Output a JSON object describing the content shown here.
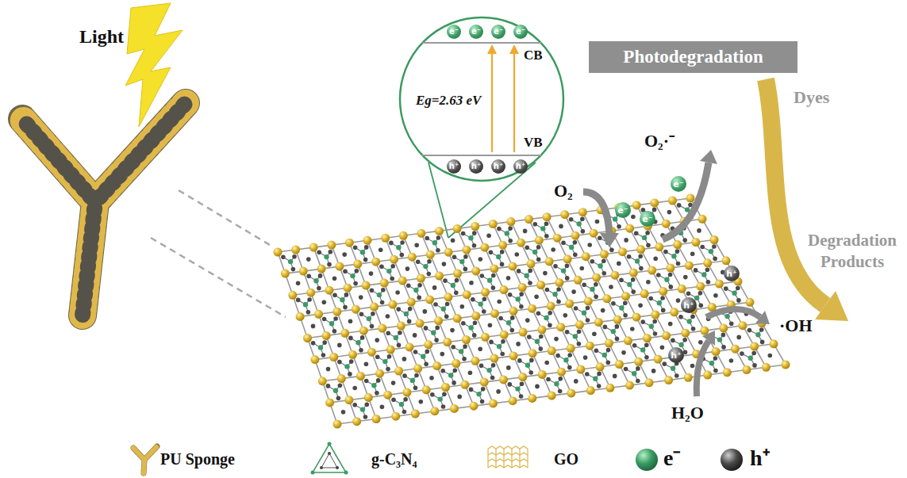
{
  "diagram": {
    "nodes": [
      {
        "text": [
          "Photodegradation"
        ]
      },
      {
        "text": [
          "CB",
          "Eg=2.63 eV",
          "VB"
        ]
      },
      {
        "text": [
          "e⁻"
        ],
        "in": 1
      },
      {
        "text": [
          "e⁻"
        ],
        "in": 1
      },
      {
        "text": [
          "e⁻"
        ],
        "in": 1
      },
      {
        "text": [
          "e⁻"
        ],
        "in": 1
      },
      {
        "text": [
          "h⁺"
        ],
        "in": 1
      },
      {
        "text": [
          "h⁺"
        ],
        "in": 1
      },
      {
        "text": [
          "h⁺"
        ],
        "in": 1
      },
      {
        "text": [
          "h⁺"
        ],
        "in": 1
      },
      {
        "text": [
          "e⁻"
        ]
      },
      {
        "text": [
          "e⁻"
        ]
      },
      {
        "text": [
          "e⁻"
        ]
      },
      {
        "text": [
          "h⁺"
        ]
      },
      {
        "text": [
          "h⁺"
        ]
      },
      {
        "text": [
          "h⁺"
        ]
      }
    ],
    "labels": [
      "Light",
      "O₂",
      "O₂·⁻",
      "Dyes",
      "Degradation Products",
      "·OH",
      "H₂O"
    ],
    "legend": [
      {
        "text": "PU Sponge"
      },
      {
        "text": "g-C₃N₄"
      },
      {
        "text": "GO"
      },
      {
        "text": "e⁻"
      },
      {
        "text": "h⁺"
      }
    ]
  }
}
